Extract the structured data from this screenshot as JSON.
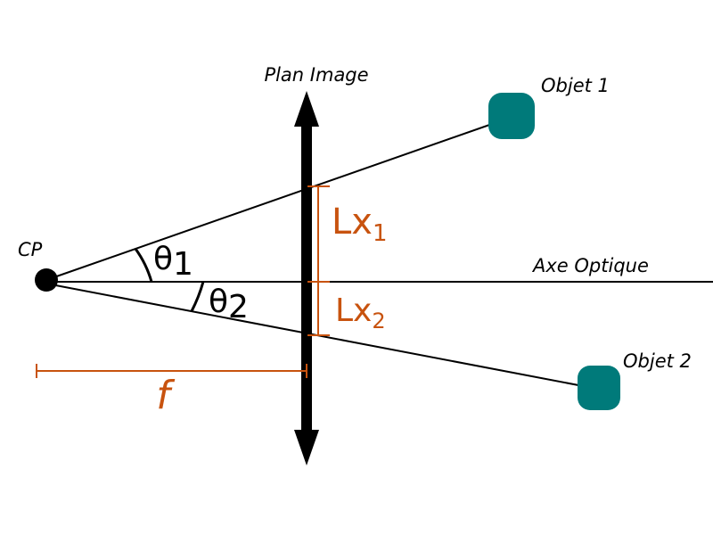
{
  "labels": {
    "plan_image": "Plan Image",
    "objet_1": "Objet 1",
    "objet_2": "Objet 2",
    "cp": "CP",
    "axe_optique": "Axe Optique",
    "theta_1_base": "θ",
    "theta_1_sub": "1",
    "theta_2_base": "θ",
    "theta_2_sub": "2",
    "lx_1_base": "Lx",
    "lx_1_sub": "1",
    "lx_2_base": "Lx",
    "lx_2_sub": "2",
    "focal": "f"
  },
  "colors": {
    "accent": "#c8530f",
    "object_fill": "#007a7a",
    "line": "#000000",
    "background": "#ffffff"
  }
}
